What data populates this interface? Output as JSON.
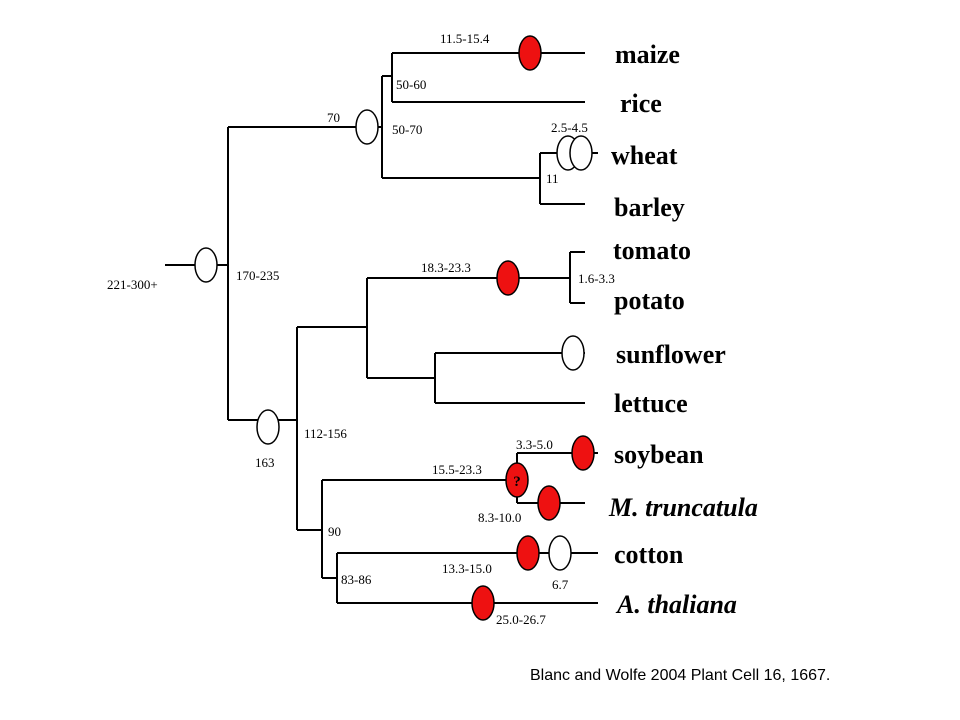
{
  "taxa": [
    {
      "name": "maize",
      "italic": false
    },
    {
      "name": "rice",
      "italic": false
    },
    {
      "name": "wheat",
      "italic": false
    },
    {
      "name": "barley",
      "italic": false
    },
    {
      "name": "tomato",
      "italic": false
    },
    {
      "name": "potato",
      "italic": false
    },
    {
      "name": "sunflower",
      "italic": false
    },
    {
      "name": "lettuce",
      "italic": false
    },
    {
      "name": "soybean",
      "italic": false
    },
    {
      "name": "M. truncatula",
      "italic": true
    },
    {
      "name": "cotton",
      "italic": false
    },
    {
      "name": "A. thaliana",
      "italic": true
    }
  ],
  "ages": {
    "root": "221-300+",
    "monocot_dicot": "170-235",
    "grass_root": "70",
    "maize_rice": "50-60",
    "grass_inner": "50-70",
    "maize_branch": "11.5-15.4",
    "wheat_barley": "11",
    "wheat_branch": "2.5-4.5",
    "dicot_root": "163",
    "dicot_split": "112-156",
    "solanaceae_branch": "18.3-23.3",
    "tomato_potato": "1.6-3.3",
    "legume_rosid": "90",
    "legume_branch": "15.5-23.3",
    "soybean_branch": "3.3-5.0",
    "medicago_branch": "8.3-10.0",
    "cotton_arabidopsis": "83-86",
    "cotton_branch": "13.3-15.0",
    "cotton_recent": "6.7",
    "arabidopsis_branch": "25.0-26.7"
  },
  "uncertain_mark": "?",
  "citation": "Blanc and Wolfe 2004 Plant Cell 16, 1667.",
  "colors": {
    "duplication_red": "#ee1111",
    "line": "#000000"
  }
}
